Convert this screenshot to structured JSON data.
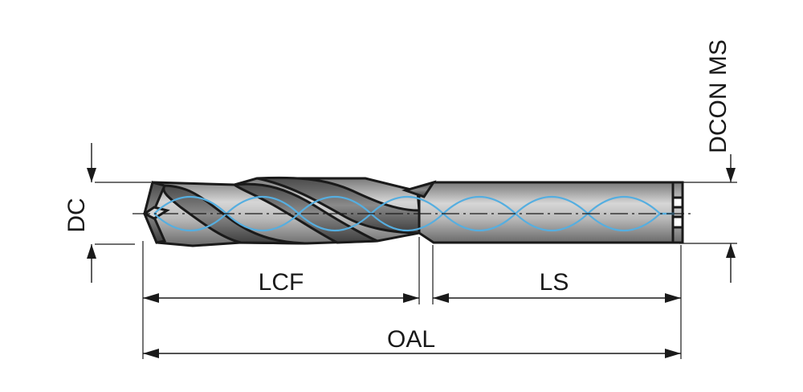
{
  "dimensions": {
    "dc": "DC",
    "dcon_ms": "DCON MS",
    "lcf": "LCF",
    "ls": "LS",
    "oal": "OAL"
  },
  "colors": {
    "outline": "#1a1a1a",
    "coolant_channel": "#55aee0",
    "body_mid": "#b9b9b9"
  }
}
